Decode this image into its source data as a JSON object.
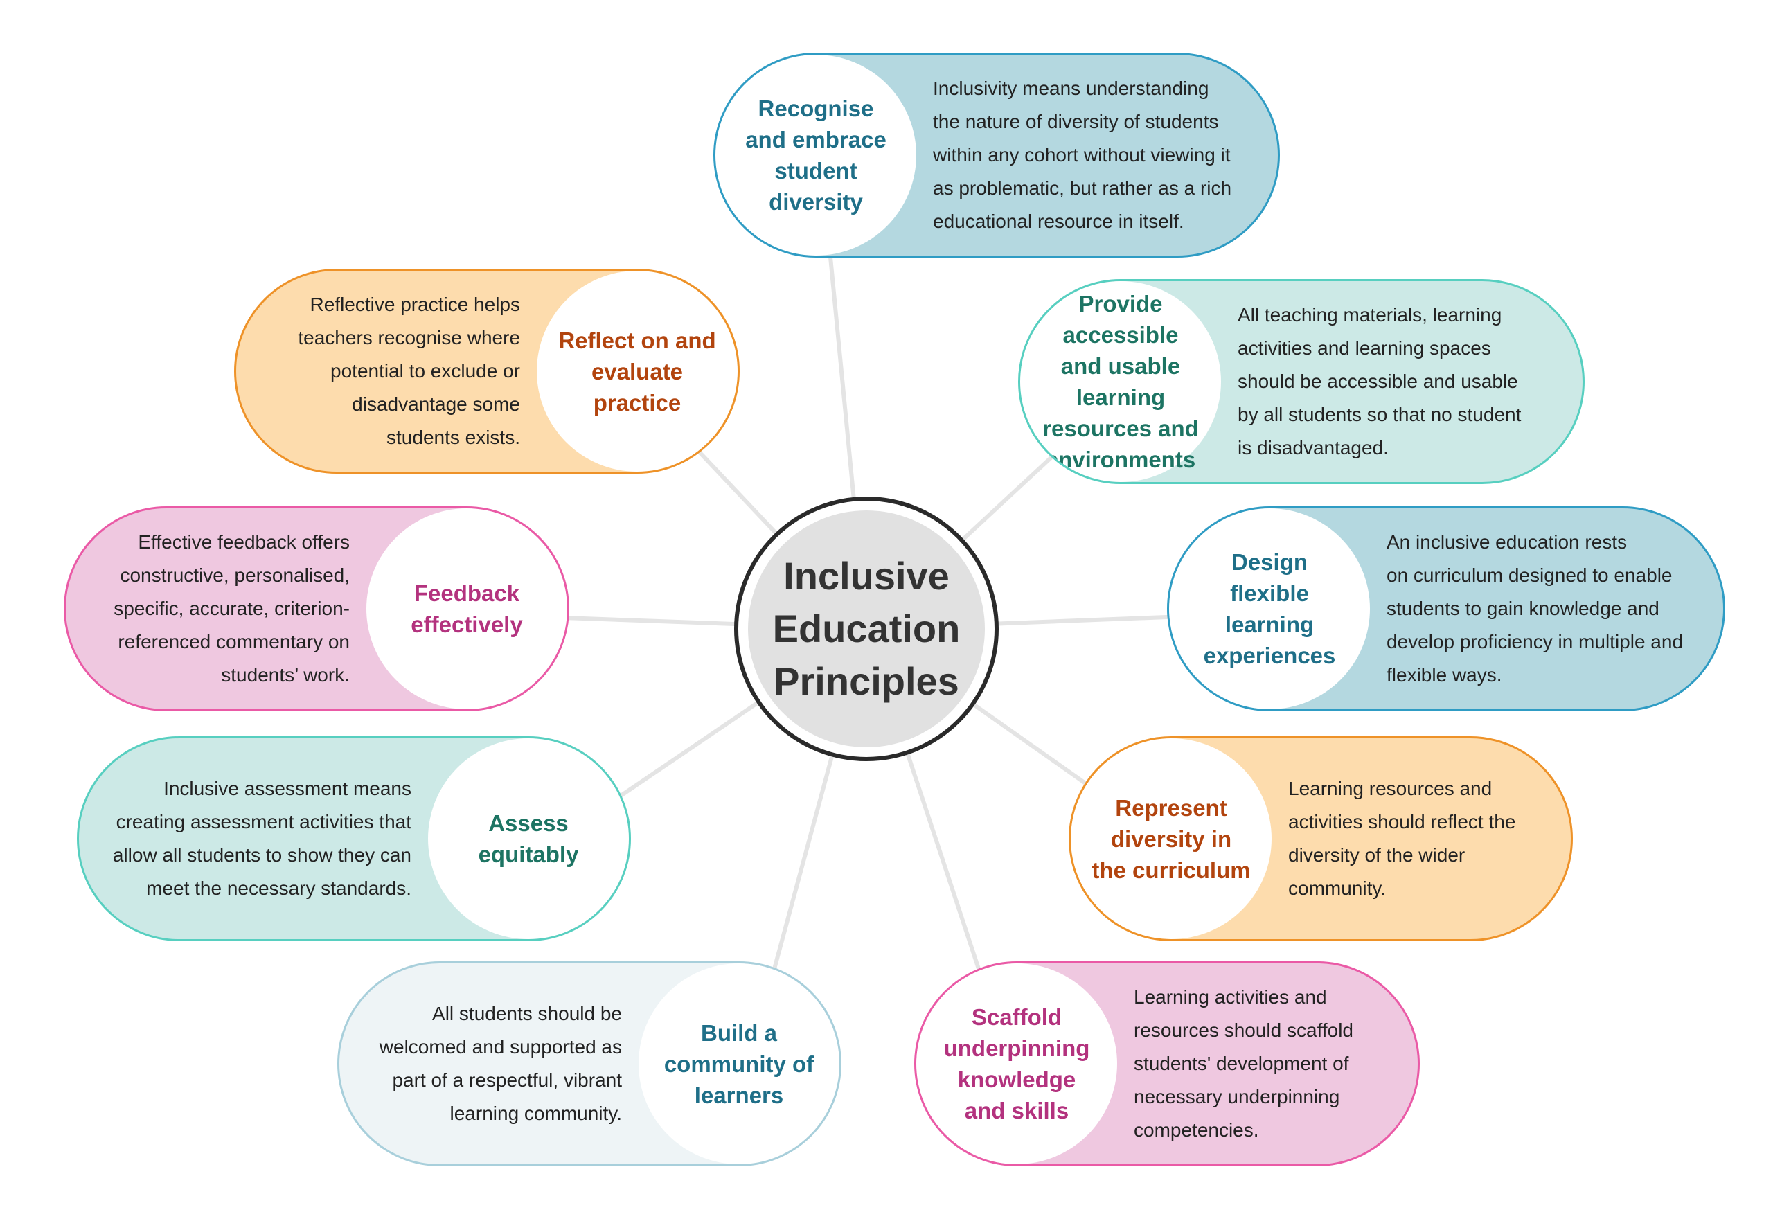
{
  "hub": {
    "title": "Inclusive Education Principles"
  },
  "principles": [
    {
      "id": "recognise",
      "title": "Recognise and embrace student diversity",
      "description": [
        "Inclusivity means understanding",
        "the nature of diversity of students",
        "within any cohort without viewing it",
        "as problematic, but rather as a rich",
        "educational resource in itself."
      ]
    },
    {
      "id": "provide",
      "title": "Provide accessible and usable learning resources and environments",
      "description": [
        "All teaching materials, learning",
        "activities and learning spaces",
        "should be accessible and usable",
        "by all students so that no student",
        "is disadvantaged."
      ]
    },
    {
      "id": "design",
      "title": "Design flexible learning experiences",
      "description": [
        "An inclusive education rests",
        "on curriculum designed to enable",
        "students to gain knowledge and",
        "develop proficiency in multiple and",
        "flexible ways."
      ]
    },
    {
      "id": "represent",
      "title": "Represent diversity in the curriculum",
      "description": [
        "Learning resources and",
        "activities should reflect the",
        "diversity of the wider",
        "community."
      ]
    },
    {
      "id": "scaffold",
      "title": "Scaffold underpinning knowledge and skills",
      "description": [
        "Learning activities and",
        "resources should scaffold",
        "students' development of",
        "necessary underpinning",
        "competencies."
      ]
    },
    {
      "id": "build",
      "title": "Build a community of learners",
      "description": [
        "All students should be",
        "welcomed and supported as",
        "part of a respectful, vibrant",
        "learning community."
      ]
    },
    {
      "id": "assess",
      "title": "Assess equitably",
      "description": [
        "Inclusive assessment means",
        "creating assessment activities that",
        "allow all students to show they can",
        "meet the necessary standards."
      ]
    },
    {
      "id": "feedback",
      "title": "Feedback effectively",
      "description": [
        "Effective feedback offers",
        "constructive, personalised,",
        "specific, accurate, criterion-",
        "referenced commentary on",
        "students’ work."
      ]
    },
    {
      "id": "reflect",
      "title": "Reflect on and evaluate practice",
      "description": [
        "Reflective practice helps",
        "teachers recognise where",
        "potential to exclude or",
        "disadvantage some",
        "students exists."
      ]
    }
  ],
  "colors": {
    "blue": "#2f9cc4",
    "teal": "#57cfc0",
    "orange": "#ee9228",
    "pink": "#ea5aa6",
    "pale": "#a8cfdb",
    "connector": "#e4e4e4",
    "hub_border": "#2a2a2a",
    "hub_fill": "#e1e1e1"
  }
}
